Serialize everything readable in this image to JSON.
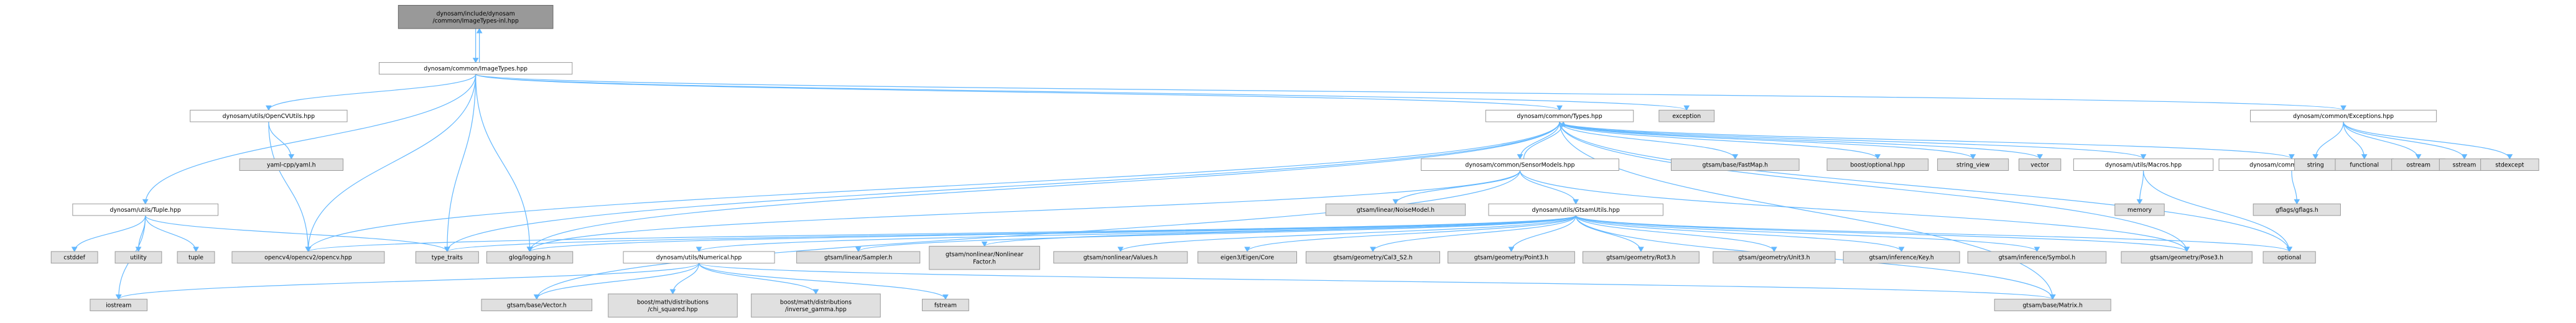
{
  "colors": {
    "background": "#ffffff",
    "node_fill": "#ffffff",
    "node_border": "#999999",
    "external_fill": "#e0e0e0",
    "external_border": "#999999",
    "focus_fill": "#999999",
    "focus_border": "#666666",
    "edge": "#63B8FF"
  },
  "nodes": [
    {
      "id": "n0",
      "lines": [
        "dynosam/include/dynosam",
        "/common/ImageTypes-inl.hpp"
      ],
      "kind": "focus"
    },
    {
      "id": "n1",
      "lines": [
        "dynosam/common/ImageTypes.hpp"
      ],
      "kind": "internal"
    },
    {
      "id": "n2",
      "lines": [
        "dynosam/utils/OpenCVUtils.hpp"
      ],
      "kind": "internal"
    },
    {
      "id": "n3",
      "lines": [
        "dynosam/common/Types.hpp"
      ],
      "kind": "internal"
    },
    {
      "id": "n4",
      "lines": [
        "exception"
      ],
      "kind": "external"
    },
    {
      "id": "n5",
      "lines": [
        "dynosam/common/Exceptions.hpp"
      ],
      "kind": "internal"
    },
    {
      "id": "n6",
      "lines": [
        "yaml-cpp/yaml.h"
      ],
      "kind": "external"
    },
    {
      "id": "n7",
      "lines": [
        "dynosam/utils/Tuple.hpp"
      ],
      "kind": "internal"
    },
    {
      "id": "n8",
      "lines": [
        "dynosam/common/SensorModels.hpp"
      ],
      "kind": "internal"
    },
    {
      "id": "n9",
      "lines": [
        "gtsam/base/FastMap.h"
      ],
      "kind": "external"
    },
    {
      "id": "n10",
      "lines": [
        "boost/optional.hpp"
      ],
      "kind": "external"
    },
    {
      "id": "n11",
      "lines": [
        "string_view"
      ],
      "kind": "external"
    },
    {
      "id": "n12",
      "lines": [
        "vector"
      ],
      "kind": "external"
    },
    {
      "id": "n13",
      "lines": [
        "dynosam/utils/Macros.hpp"
      ],
      "kind": "internal"
    },
    {
      "id": "n14",
      "lines": [
        "dynosam/common/Flags.hpp"
      ],
      "kind": "internal"
    },
    {
      "id": "n15",
      "lines": [
        "string"
      ],
      "kind": "external"
    },
    {
      "id": "n16",
      "lines": [
        "functional"
      ],
      "kind": "external"
    },
    {
      "id": "n17",
      "lines": [
        "ostream"
      ],
      "kind": "external"
    },
    {
      "id": "n18",
      "lines": [
        "sstream"
      ],
      "kind": "external"
    },
    {
      "id": "n19",
      "lines": [
        "stdexcept"
      ],
      "kind": "external"
    },
    {
      "id": "n20",
      "lines": [
        "gtsam/linear/NoiseModel.h"
      ],
      "kind": "external"
    },
    {
      "id": "n21",
      "lines": [
        "dynosam/utils/GtsamUtils.hpp"
      ],
      "kind": "internal"
    },
    {
      "id": "n22",
      "lines": [
        "memory"
      ],
      "kind": "external"
    },
    {
      "id": "n23",
      "lines": [
        "gflags/gflags.h"
      ],
      "kind": "external"
    },
    {
      "id": "n24",
      "lines": [
        "cstddef"
      ],
      "kind": "external"
    },
    {
      "id": "n25",
      "lines": [
        "utility"
      ],
      "kind": "external"
    },
    {
      "id": "n26",
      "lines": [
        "tuple"
      ],
      "kind": "external"
    },
    {
      "id": "n27",
      "lines": [
        "opencv4/opencv2/opencv.hpp"
      ],
      "kind": "external"
    },
    {
      "id": "n28",
      "lines": [
        "type_traits"
      ],
      "kind": "external"
    },
    {
      "id": "n29",
      "lines": [
        "glog/logging.h"
      ],
      "kind": "external"
    },
    {
      "id": "n30",
      "lines": [
        "dynosam/utils/Numerical.hpp"
      ],
      "kind": "internal"
    },
    {
      "id": "n31",
      "lines": [
        "gtsam/linear/Sampler.h"
      ],
      "kind": "external"
    },
    {
      "id": "n32",
      "lines": [
        "gtsam/nonlinear/Nonlinear",
        "Factor.h"
      ],
      "kind": "external"
    },
    {
      "id": "n33",
      "lines": [
        "gtsam/nonlinear/Values.h"
      ],
      "kind": "external"
    },
    {
      "id": "n34",
      "lines": [
        "eigen3/Eigen/Core"
      ],
      "kind": "external"
    },
    {
      "id": "n35",
      "lines": [
        "gtsam/geometry/Cal3_S2.h"
      ],
      "kind": "external"
    },
    {
      "id": "n36",
      "lines": [
        "gtsam/geometry/Point3.h"
      ],
      "kind": "external"
    },
    {
      "id": "n37",
      "lines": [
        "gtsam/geometry/Rot3.h"
      ],
      "kind": "external"
    },
    {
      "id": "n38",
      "lines": [
        "gtsam/geometry/Unit3.h"
      ],
      "kind": "external"
    },
    {
      "id": "n39",
      "lines": [
        "gtsam/inference/Key.h"
      ],
      "kind": "external"
    },
    {
      "id": "n40",
      "lines": [
        "gtsam/inference/Symbol.h"
      ],
      "kind": "external"
    },
    {
      "id": "n41",
      "lines": [
        "gtsam/geometry/Pose3.h"
      ],
      "kind": "external"
    },
    {
      "id": "n42",
      "lines": [
        "optional"
      ],
      "kind": "external"
    },
    {
      "id": "n43",
      "lines": [
        "iostream"
      ],
      "kind": "external"
    },
    {
      "id": "n44",
      "lines": [
        "gtsam/base/Vector.h"
      ],
      "kind": "external"
    },
    {
      "id": "n45",
      "lines": [
        "boost/math/distributions",
        "/chi_squared.hpp"
      ],
      "kind": "external"
    },
    {
      "id": "n46",
      "lines": [
        "boost/math/distributions",
        "/inverse_gamma.hpp"
      ],
      "kind": "external"
    },
    {
      "id": "n47",
      "lines": [
        "fstream"
      ],
      "kind": "external"
    },
    {
      "id": "n48",
      "lines": [
        "gtsam/base/Matrix.h"
      ],
      "kind": "external"
    }
  ],
  "edges": [
    [
      "n0",
      "n1"
    ],
    [
      "n1",
      "n0"
    ],
    [
      "n1",
      "n2"
    ],
    [
      "n1",
      "n3"
    ],
    [
      "n1",
      "n4"
    ],
    [
      "n1",
      "n5"
    ],
    [
      "n1",
      "n7"
    ],
    [
      "n1",
      "n27"
    ],
    [
      "n1",
      "n28"
    ],
    [
      "n1",
      "n29"
    ],
    [
      "n2",
      "n6"
    ],
    [
      "n2",
      "n27"
    ],
    [
      "n3",
      "n8"
    ],
    [
      "n8",
      "n3"
    ],
    [
      "n3",
      "n9"
    ],
    [
      "n3",
      "n10"
    ],
    [
      "n3",
      "n11"
    ],
    [
      "n3",
      "n12"
    ],
    [
      "n3",
      "n13"
    ],
    [
      "n3",
      "n14"
    ],
    [
      "n3",
      "n27"
    ],
    [
      "n3",
      "n28"
    ],
    [
      "n3",
      "n29"
    ],
    [
      "n3",
      "n41"
    ],
    [
      "n3",
      "n42"
    ],
    [
      "n3",
      "n48"
    ],
    [
      "n5",
      "n15"
    ],
    [
      "n5",
      "n16"
    ],
    [
      "n5",
      "n17"
    ],
    [
      "n5",
      "n18"
    ],
    [
      "n5",
      "n19"
    ],
    [
      "n7",
      "n24"
    ],
    [
      "n7",
      "n25"
    ],
    [
      "n7",
      "n26"
    ],
    [
      "n7",
      "n28"
    ],
    [
      "n7",
      "n43"
    ],
    [
      "n8",
      "n20"
    ],
    [
      "n8",
      "n21"
    ],
    [
      "n8",
      "n29"
    ],
    [
      "n8",
      "n41"
    ],
    [
      "n8",
      "n44"
    ],
    [
      "n13",
      "n22"
    ],
    [
      "n13",
      "n42"
    ],
    [
      "n14",
      "n23"
    ],
    [
      "n21",
      "n27"
    ],
    [
      "n21",
      "n28"
    ],
    [
      "n21",
      "n29"
    ],
    [
      "n21",
      "n30"
    ],
    [
      "n21",
      "n31"
    ],
    [
      "n21",
      "n32"
    ],
    [
      "n21",
      "n33"
    ],
    [
      "n21",
      "n34"
    ],
    [
      "n21",
      "n35"
    ],
    [
      "n21",
      "n36"
    ],
    [
      "n21",
      "n37"
    ],
    [
      "n21",
      "n38"
    ],
    [
      "n21",
      "n39"
    ],
    [
      "n21",
      "n40"
    ],
    [
      "n21",
      "n41"
    ],
    [
      "n21",
      "n42"
    ],
    [
      "n21",
      "n48"
    ],
    [
      "n30",
      "n43"
    ],
    [
      "n30",
      "n44"
    ],
    [
      "n30",
      "n45"
    ],
    [
      "n30",
      "n46"
    ],
    [
      "n30",
      "n47"
    ],
    [
      "n30",
      "n48"
    ]
  ]
}
